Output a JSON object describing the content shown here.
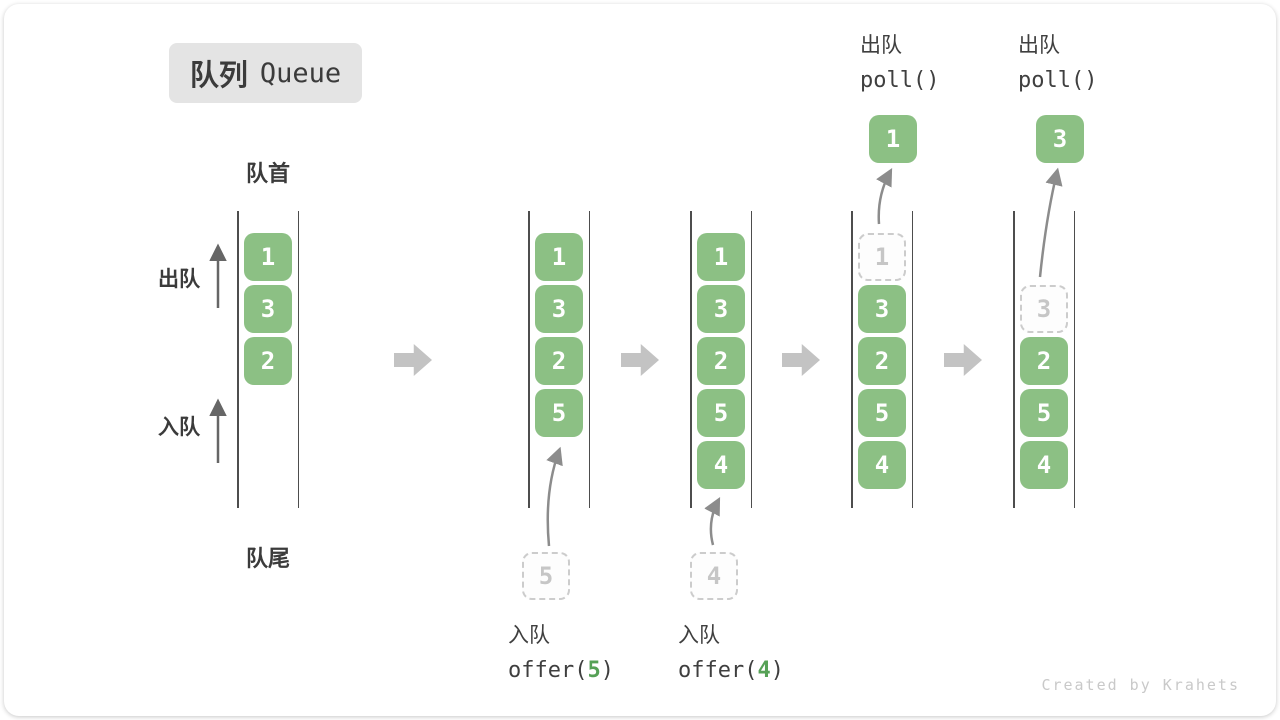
{
  "title": {
    "zh": "队列",
    "en": "Queue"
  },
  "labels": {
    "front": "队首",
    "rear": "队尾",
    "dequeue": "出队",
    "enqueue": "入队"
  },
  "queues": [
    {
      "items": [
        "1",
        "3",
        "2"
      ]
    },
    {
      "items": [
        "1",
        "3",
        "2",
        "5"
      ]
    },
    {
      "items": [
        "1",
        "3",
        "2",
        "5",
        "4"
      ]
    },
    {
      "removed": "1",
      "items": [
        "3",
        "2",
        "5",
        "4"
      ]
    },
    {
      "removed": "3",
      "items": [
        "2",
        "5",
        "4"
      ]
    }
  ],
  "operations": {
    "enqueue": [
      {
        "label": "入队",
        "fn_open": "offer(",
        "arg": "5",
        "fn_close": ")",
        "pending": "5"
      },
      {
        "label": "入队",
        "fn_open": "offer(",
        "arg": "4",
        "fn_close": ")",
        "pending": "4"
      }
    ],
    "dequeue": [
      {
        "label": "出队",
        "fn": "poll()",
        "result": "1"
      },
      {
        "label": "出队",
        "fn": "poll()",
        "result": "3"
      }
    ]
  },
  "watermark": "Created by Krahets",
  "colors": {
    "cell_green": "#8CC084",
    "accent_green": "#56A156",
    "arrow_gray": "#8c8c8c",
    "step_arrow_gray": "#c3c3c3",
    "wall_gray": "#4d4d4d",
    "text_dark": "#3b3b3b",
    "dashed_gray": "#cccccc",
    "badge_bg": "#e4e4e4",
    "watermark_gray": "#c9c9c9"
  }
}
